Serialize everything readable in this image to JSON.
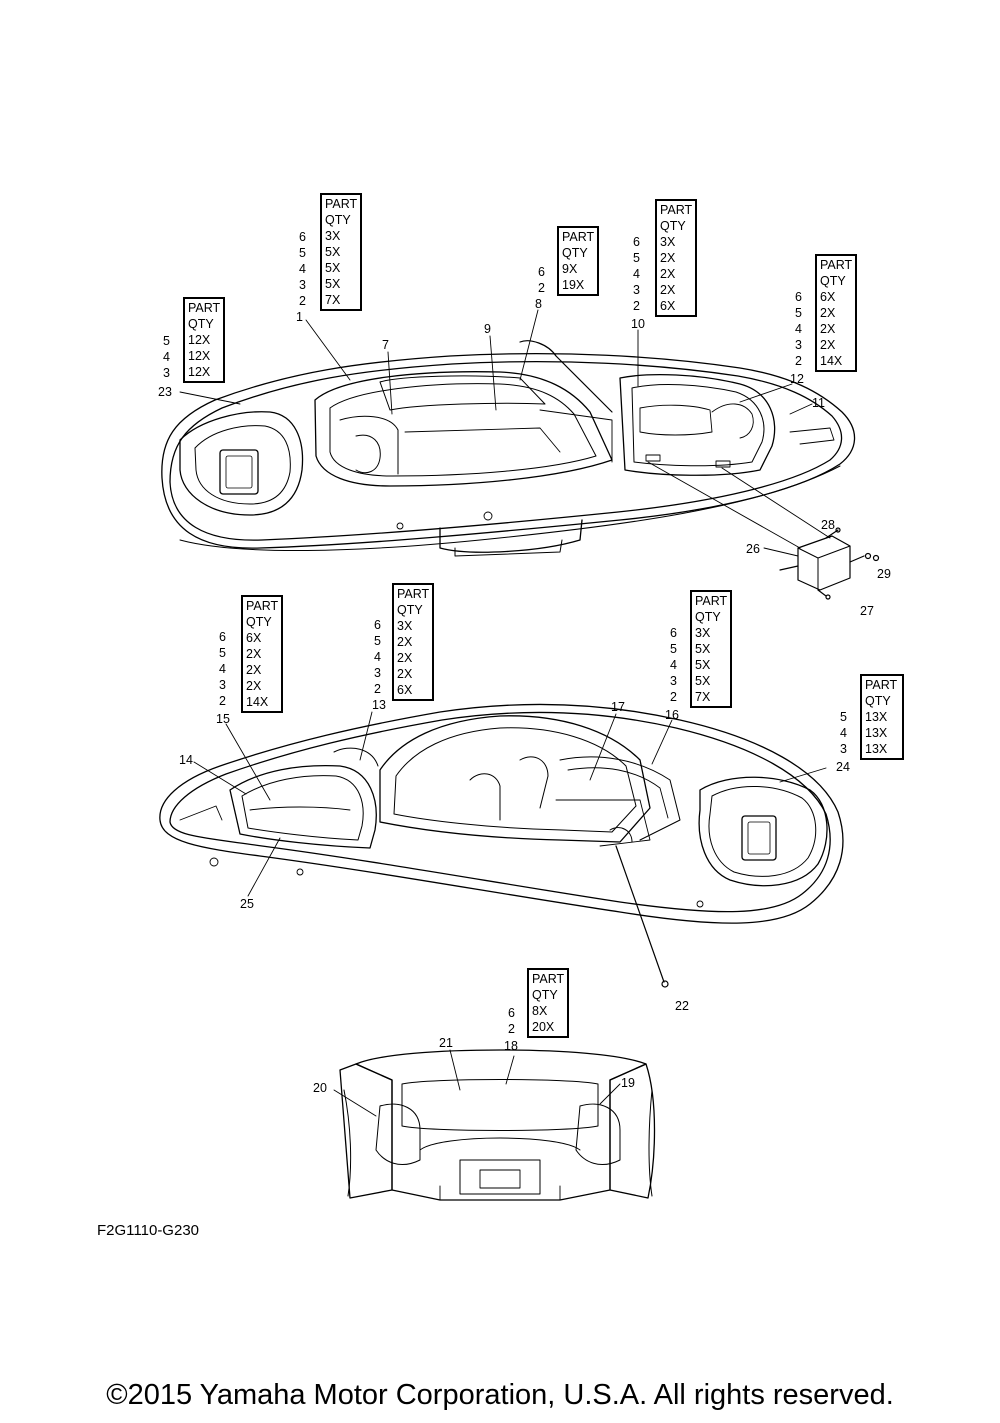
{
  "diagram_code": "F2G1110-G230",
  "copyright": "©2015 Yamaha Motor Corporation, U.S.A. All rights reserved.",
  "qty_header": [
    "PART",
    "QTY"
  ],
  "qty_tables": [
    {
      "id": "t1",
      "refs": [
        "6",
        "5",
        "4",
        "3",
        "2"
      ],
      "qtys": [
        "3X",
        "5X",
        "5X",
        "5X",
        "7X"
      ],
      "callout": "1"
    },
    {
      "id": "t23",
      "refs": [
        "5",
        "4",
        "3"
      ],
      "qtys": [
        "12X",
        "12X",
        "12X"
      ],
      "callout": "23"
    },
    {
      "id": "t8",
      "refs": [
        "6",
        "2"
      ],
      "qtys": [
        "9X",
        "19X"
      ],
      "callout": "8"
    },
    {
      "id": "t10",
      "refs": [
        "6",
        "5",
        "4",
        "3",
        "2"
      ],
      "qtys": [
        "3X",
        "2X",
        "2X",
        "2X",
        "6X"
      ],
      "callout": "10"
    },
    {
      "id": "t12",
      "refs": [
        "6",
        "5",
        "4",
        "3",
        "2"
      ],
      "qtys": [
        "6X",
        "2X",
        "2X",
        "2X",
        "14X"
      ],
      "callout": "12"
    },
    {
      "id": "t15",
      "refs": [
        "6",
        "5",
        "4",
        "3",
        "2"
      ],
      "qtys": [
        "6X",
        "2X",
        "2X",
        "2X",
        "14X"
      ],
      "callout": "15"
    },
    {
      "id": "t13",
      "refs": [
        "6",
        "5",
        "4",
        "3",
        "2"
      ],
      "qtys": [
        "3X",
        "2X",
        "2X",
        "2X",
        "6X"
      ],
      "callout": "13"
    },
    {
      "id": "t16",
      "refs": [
        "6",
        "5",
        "4",
        "3",
        "2"
      ],
      "qtys": [
        "3X",
        "5X",
        "5X",
        "5X",
        "7X"
      ],
      "callout": "16"
    },
    {
      "id": "t24",
      "refs": [
        "5",
        "4",
        "3"
      ],
      "qtys": [
        "13X",
        "13X",
        "13X"
      ],
      "callout": "24"
    },
    {
      "id": "t18",
      "refs": [
        "6",
        "2"
      ],
      "qtys": [
        "8X",
        "20X"
      ],
      "callout": "18"
    }
  ],
  "callouts": [
    "7",
    "9",
    "11",
    "14",
    "17",
    "19",
    "20",
    "21",
    "22",
    "25",
    "26",
    "27",
    "28",
    "29"
  ]
}
